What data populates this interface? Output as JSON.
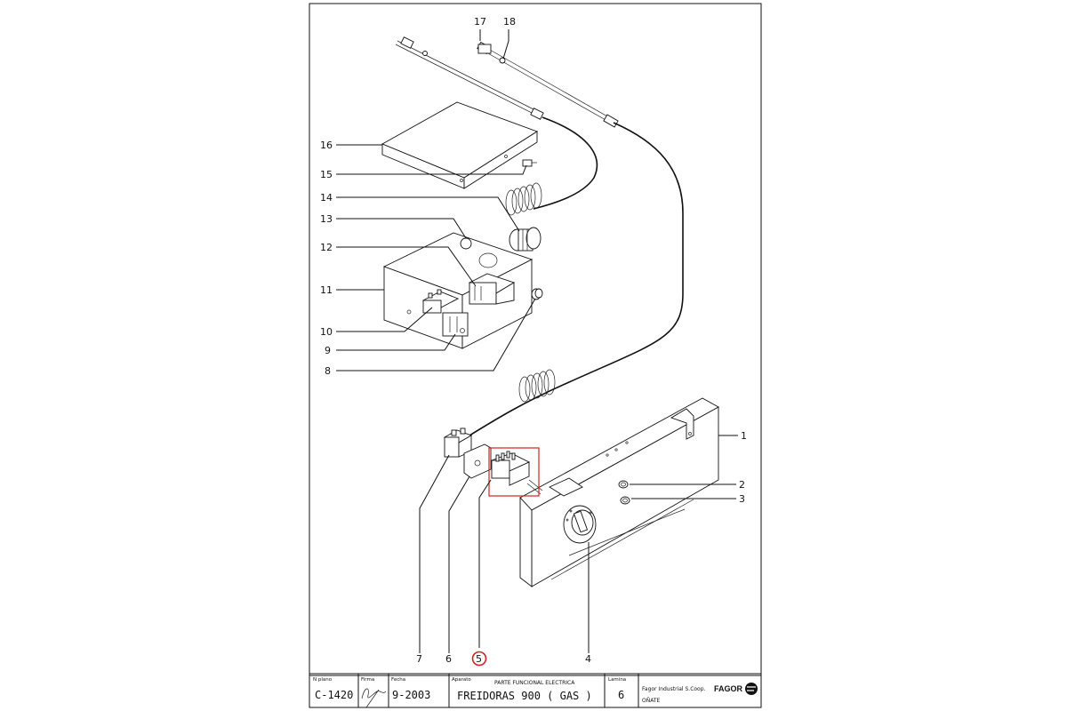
{
  "drawing": {
    "callouts": [
      "1",
      "2",
      "3",
      "4",
      "5",
      "6",
      "7",
      "8",
      "9",
      "10",
      "11",
      "12",
      "13",
      "14",
      "15",
      "16",
      "17",
      "18"
    ],
    "highlighted_callout": "5",
    "highlight_color": "#d42020"
  },
  "title_block": {
    "plan_label": "N plano",
    "plan_value": "C-1420",
    "signature_label": "Firma",
    "date_label": "Fecha",
    "date_value": "9-2003",
    "device_label": "Aparato",
    "section_title": "PARTE FUNCIONAL ELECTRICA",
    "device_value": "FREIDORAS 900 ( GAS )",
    "sheet_label": "Lamina",
    "sheet_value": "6",
    "company": "Fagor Industrial S.Coop.",
    "city": "OÑATE",
    "brand": "FAGOR"
  }
}
